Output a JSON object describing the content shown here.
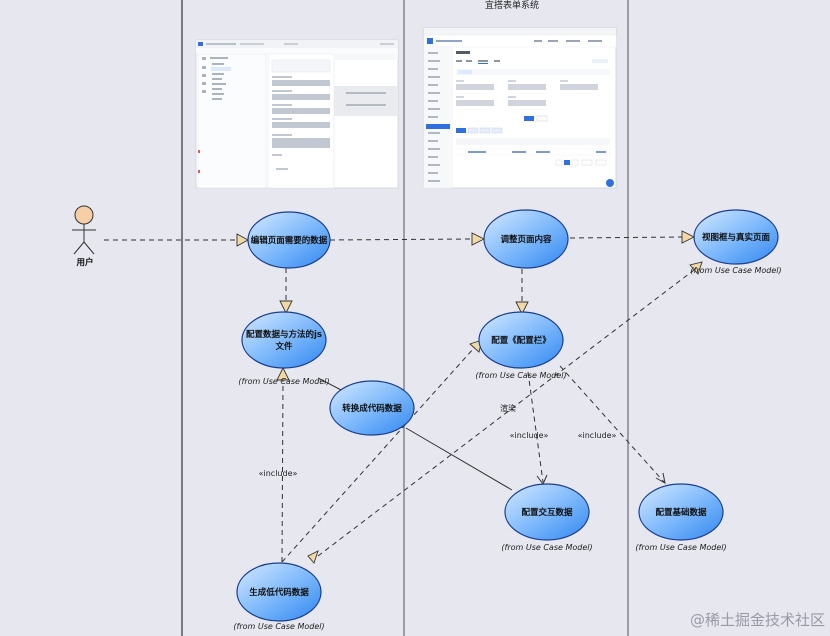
{
  "system_title": "宜搭表单系统",
  "actor": {
    "label": "用户"
  },
  "use_cases": [
    {
      "id": "edit",
      "label_lines": [
        "编辑页面需要的数据"
      ],
      "from": ""
    },
    {
      "id": "config_js",
      "label_lines": [
        "配置数据与方法的js",
        "文件"
      ],
      "from": "(from Use Case Model)"
    },
    {
      "id": "convert",
      "label_lines": [
        "转换成代码数据"
      ],
      "from": ""
    },
    {
      "id": "gen",
      "label_lines": [
        "生成低代码数据"
      ],
      "from": "(from Use Case Model)"
    },
    {
      "id": "adjust",
      "label_lines": [
        "调整页面内容"
      ],
      "from": ""
    },
    {
      "id": "config_bar",
      "label_lines": [
        "配置《配置栏》"
      ],
      "from": "(from Use Case Model)"
    },
    {
      "id": "interact",
      "label_lines": [
        "配置交互数据"
      ],
      "from": "(from Use Case Model)"
    },
    {
      "id": "view",
      "label_lines": [
        "视图框与真实页面"
      ],
      "from": "(from Use Case Model)"
    },
    {
      "id": "base",
      "label_lines": [
        "配置基础数据"
      ],
      "from": "(from Use Case Model)"
    }
  ],
  "edge_labels": {
    "include_left": "«include»",
    "render": "渲染",
    "include_mid": "«include»",
    "include_right": "«include»"
  },
  "watermark": "@稀土掘金技术社区",
  "colors": {
    "ellipse_fill_top": "#cfe6ff",
    "ellipse_fill_bottom": "#2f86f0",
    "ellipse_stroke": "#1b3e8c",
    "arrow_fill": "#f1d9a6",
    "actor_fill": "#f6cfa6"
  }
}
